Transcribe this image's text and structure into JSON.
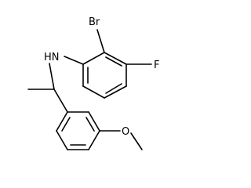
{
  "molecule": {
    "atoms": {
      "bromine": "Br",
      "amine": "HN",
      "fluorine": "F",
      "oxygen": "O"
    }
  }
}
